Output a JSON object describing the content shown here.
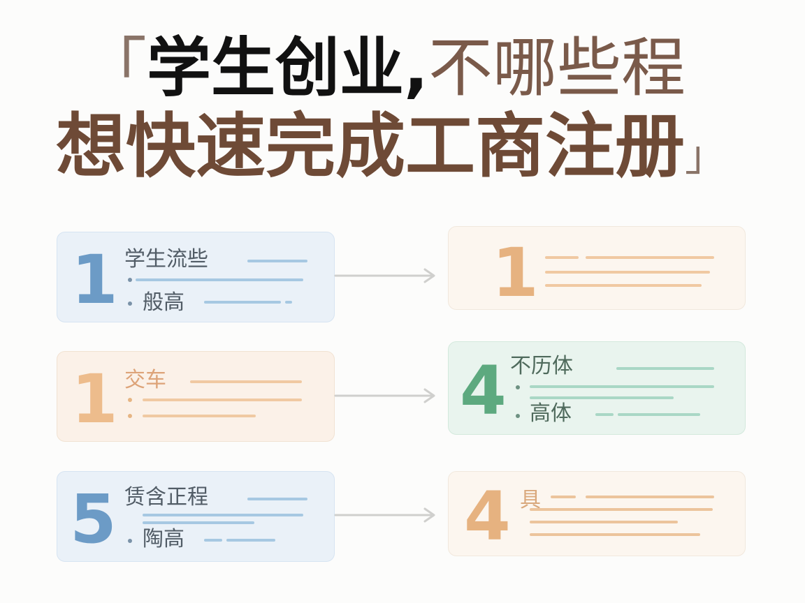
{
  "title": {
    "line1_open_bracket": "「",
    "line1_bold": "学生创业,",
    "line1_light": "不哪些程",
    "line2": "想快速完成工商注册",
    "line2_close_bracket": "」"
  },
  "left_cards": [
    {
      "number": "1",
      "label": "学生流些",
      "bullet_text": "般高"
    },
    {
      "number": "1",
      "label": "交车"
    },
    {
      "number": "5",
      "label": "赁含正程",
      "bullet_text": "陶高"
    }
  ],
  "right_cards": [
    {
      "number": "1"
    },
    {
      "number": "4",
      "label": "不历体",
      "bullet_text": "高体"
    },
    {
      "number": "4",
      "label": "具"
    }
  ],
  "colors": {
    "title_brown": "#6e4a36",
    "blue": "#6c9bc6",
    "peach": "#edbc8c",
    "green": "#5da97f"
  }
}
